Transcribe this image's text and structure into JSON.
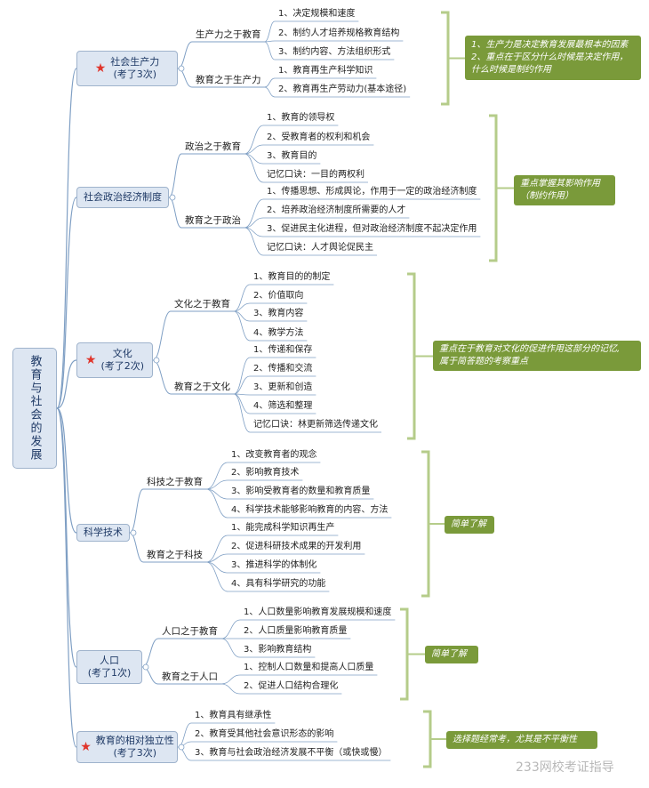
{
  "root": {
    "label": "教育与社会的发展"
  },
  "branches": [
    {
      "title": "社会生产力",
      "note": "(考了3次)",
      "starred": true,
      "subs": [
        {
          "label": "生产力之于教育",
          "leaves": [
            "1、决定规模和速度",
            "2、制约人才培养规格教育结构",
            "3、制约内容、方法组织形式"
          ]
        },
        {
          "label": "教育之于生产力",
          "leaves": [
            "1、教育再生产科学知识",
            "2、教育再生产劳动力(基本途径)"
          ]
        }
      ],
      "summary": [
        "1、生产力是决定教育发展最根本的因素",
        "2、重点在于区分什么时候是决定作用，",
        "什么时候是制约作用"
      ]
    },
    {
      "title": "社会政治经济制度",
      "note": "",
      "starred": false,
      "subs": [
        {
          "label": "政治之于教育",
          "leaves": [
            "1、教育的领导权",
            "2、受教育者的权利和机会",
            "3、教育目的",
            "记忆口诀：一目的两权利"
          ]
        },
        {
          "label": "教育之于政治",
          "leaves": [
            "1、传播思想、形成舆论，作用于一定的政治经济制度",
            "2、培养政治经济制度所需要的人才",
            "3、促进民主化进程，但对政治经济制度不起决定作用",
            "记忆口诀：人才舆论促民主"
          ]
        }
      ],
      "summary": [
        "重点掌握其影响作用",
        "（制约作用）"
      ]
    },
    {
      "title": "文化",
      "note": "(考了2次)",
      "starred": true,
      "subs": [
        {
          "label": "文化之于教育",
          "leaves": [
            "1、教育目的的制定",
            "2、价值取向",
            "3、教育内容",
            "4、教学方法"
          ]
        },
        {
          "label": "教育之于文化",
          "leaves": [
            "1、传递和保存",
            "2、传播和交流",
            "3、更新和创造",
            "4、筛选和整理",
            "记忆口诀：林更新筛选传递文化"
          ]
        }
      ],
      "summary": [
        "重点在于教育对文化的促进作用这部分的记忆,",
        "属于简答题的考察重点"
      ]
    },
    {
      "title": "科学技术",
      "note": "",
      "starred": false,
      "subs": [
        {
          "label": "科技之于教育",
          "leaves": [
            "1、改变教育者的观念",
            "2、影响教育技术",
            "3、影响受教育者的数量和教育质量",
            "4、科学技术能够影响教育的内容、方法"
          ]
        },
        {
          "label": "教育之于科技",
          "leaves": [
            "1、能完成科学知识再生产",
            "2、促进科研技术成果的开发利用",
            "3、推进科学的体制化",
            "4、具有科学研究的功能"
          ]
        }
      ],
      "summary": [
        "简单了解"
      ]
    },
    {
      "title": "人口",
      "note": "(考了1次)",
      "starred": false,
      "subs": [
        {
          "label": "人口之于教育",
          "leaves": [
            "1、人口数量影响教育发展规模和速度",
            "2、人口质量影响教育质量",
            "3、影响教育结构"
          ]
        },
        {
          "label": "教育之于人口",
          "leaves": [
            "1、控制人口数量和提高人口质量",
            "2、促进人口结构合理化"
          ]
        }
      ],
      "summary": [
        "简单了解"
      ]
    },
    {
      "title": "教育的相对独立性",
      "note": "(考了3次)",
      "starred": true,
      "subs": [],
      "leaves": [
        "1、教育具有继承性",
        "2、教育受其他社会意识形态的影响",
        "3、教育与社会政治经济发展不平衡（或快或慢）"
      ],
      "summary": [
        "选择题经常考，尤其是不平衡性"
      ]
    }
  ],
  "watermark": "233网校考证指导",
  "colors": {
    "node_fill": "#dde6f2",
    "node_border": "#9fb3cc",
    "link": "#7f9fc4",
    "bracket": "#b5cc8a",
    "note_fill": "#7a9a3a",
    "star": "#e0352b"
  }
}
